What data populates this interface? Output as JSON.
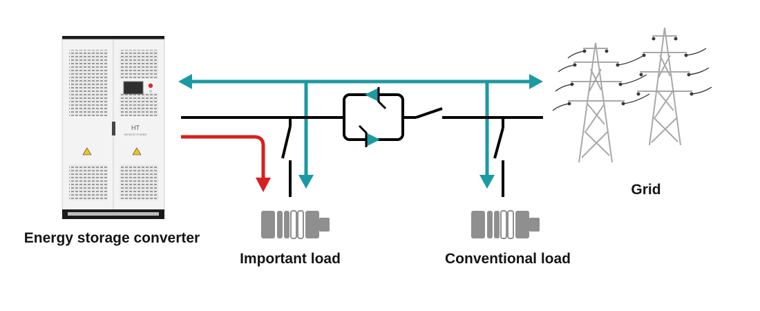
{
  "labels": {
    "converter": "Energy storage converter",
    "important_load": "Important load",
    "conventional_load": "Conventional load",
    "grid": "Grid"
  },
  "cabinet": {
    "brand": "HT",
    "subbrand": "INFINITE POWER"
  },
  "colors": {
    "teal": "#1a9aa3",
    "red": "#d91f1f",
    "line": "#000000",
    "load_gray": "#8f8f8f",
    "tower": "#b9b9b9"
  }
}
